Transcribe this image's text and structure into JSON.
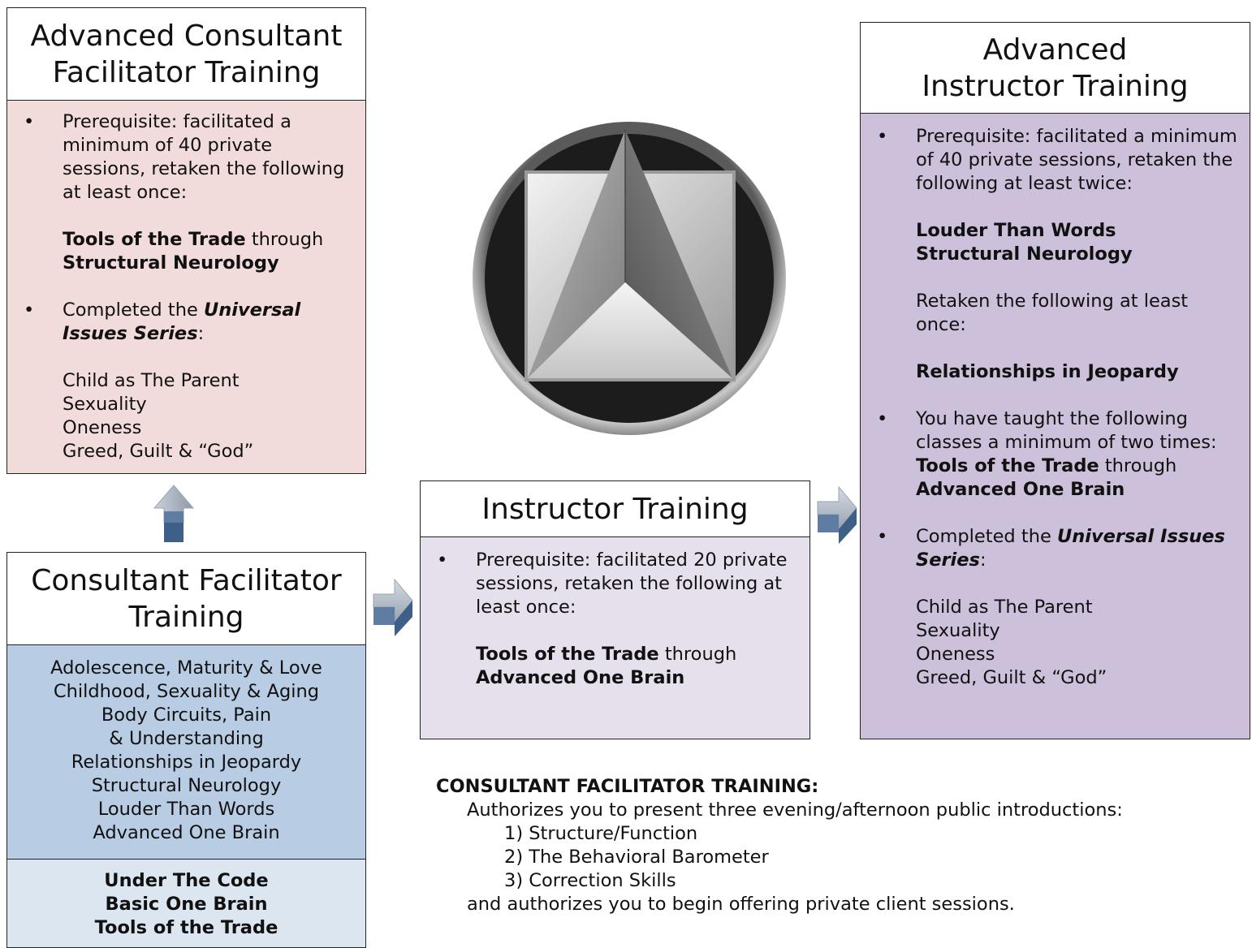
{
  "advanced_consultant": {
    "title": "Advanced Consultant Facilitator Training",
    "prereq_text": "Prerequisite: facilitated a minimum of 40 private sessions, retaken the following at least once:",
    "range_start": "Tools of the Trade",
    "range_mid": " through ",
    "range_end": "Structural Neurology",
    "completed_prefix": "Completed the ",
    "series_name": "Universal Issues Series",
    "series_suffix": ":",
    "series_items": [
      "Child as The Parent",
      "Sexuality",
      "Oneness",
      "Greed, Guilt & “God”"
    ]
  },
  "consultant": {
    "title": "Consultant Facilitator Training",
    "courses": [
      "Adolescence, Maturity & Love",
      "Childhood, Sexuality & Aging",
      "Body Circuits, Pain & Understanding",
      "Relationships in Jeopardy",
      "Structural Neurology",
      "Louder Than Words",
      "Advanced One Brain"
    ],
    "base_courses": [
      "Under The Code",
      "Basic One Brain",
      "Tools of the Trade"
    ]
  },
  "instructor": {
    "title": "Instructor Training",
    "prereq_text": "Prerequisite: facilitated 20 private sessions, retaken the following at least once:",
    "range_start": "Tools of the Trade",
    "range_mid": " through",
    "range_end": "Advanced One Brain"
  },
  "advanced_instructor": {
    "title": "Advanced Instructor Training",
    "prereq_text": "Prerequisite: facilitated a minimum of  40 private sessions, retaken the following at least twice:",
    "twice_items": [
      "Louder Than Words",
      "Structural Neurology"
    ],
    "once_text": "Retaken the following at least once:",
    "once_item": "Relationships in Jeopardy",
    "taught_text": "You have taught the following classes a minimum of two times: ",
    "taught_start": "Tools of the Trade",
    "taught_mid": " through ",
    "taught_end": "Advanced One Brain",
    "completed_prefix": "Completed the ",
    "series_name": "Universal Issues Series",
    "series_suffix": ":",
    "series_items": [
      "Child as The Parent",
      "Sexuality",
      "Oneness",
      "Greed, Guilt & “God”"
    ]
  },
  "notes": {
    "heading": "CONSULTANT FACILITATOR TRAINING:",
    "line1": "Authorizes you to present three evening/afternoon public introductions:",
    "items": [
      "1) Structure/Function",
      "2) The Behavioral Barometer",
      "3) Correction Skills"
    ],
    "line_last": "and authorizes you to begin offering private client sessions."
  },
  "colors": {
    "pink": "#f2dcdb",
    "blue": "#b8cce4",
    "light_blue": "#dce6f1",
    "lavender": "#e5e0ec",
    "purple": "#ccc0da"
  },
  "icons": {
    "logo": "one-brain-logo",
    "arrows": [
      "arrow-up-icon",
      "arrow-right-icon",
      "arrow-right-icon"
    ]
  }
}
